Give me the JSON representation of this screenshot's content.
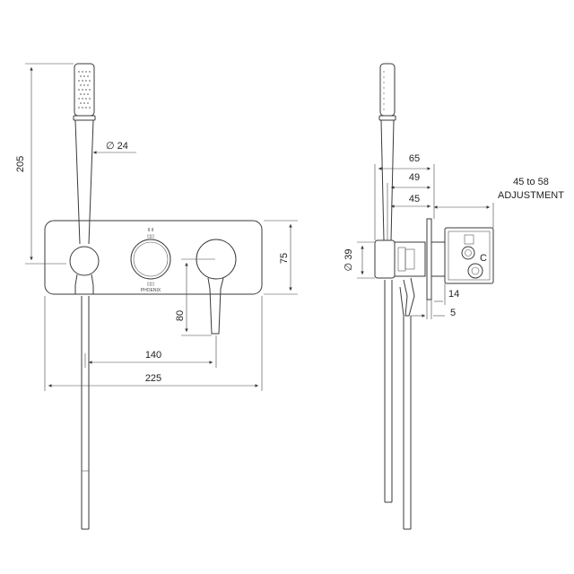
{
  "front_view": {
    "height_label": "205",
    "diameter_label": "∅ 24",
    "plate_height_label": "75",
    "lever_drop_label": "80",
    "spacing_label": "140",
    "width_label": "225",
    "brand_text": "PHOENIX"
  },
  "side_view": {
    "depth_65": "65",
    "depth_49": "49",
    "depth_45": "45",
    "adjustment_range": "45 to 58",
    "adjustment_word": "ADJUSTMENT",
    "diameter_39": "∅ 39",
    "offset_14": "14",
    "offset_5": "5"
  }
}
